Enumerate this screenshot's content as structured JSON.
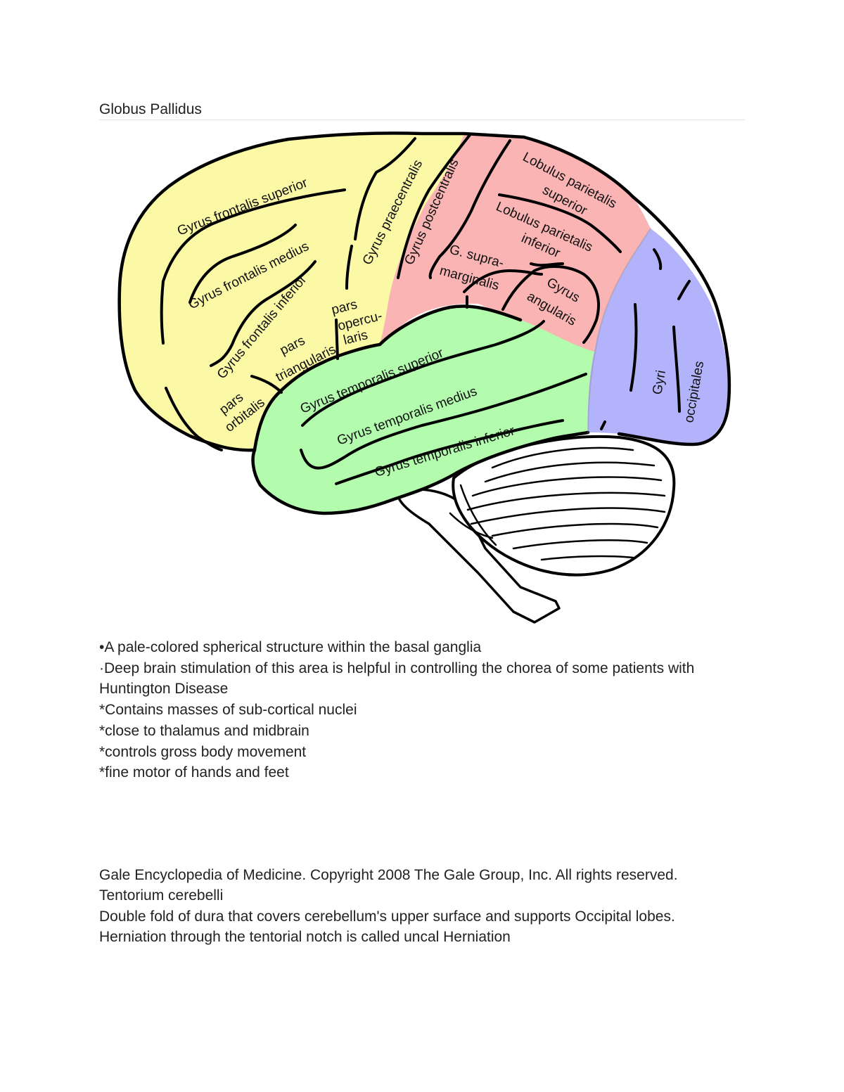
{
  "document": {
    "title": "Globus Pallidus"
  },
  "diagram": {
    "colors": {
      "frontal": "#fbf8a6",
      "parietal": "#fbb4b4",
      "temporal": "#b3fbad",
      "occipital": "#b3b3fb",
      "cerebellum": "#ffffff",
      "outline": "#000000"
    },
    "labels": {
      "gyrus_frontalis_superior": "Gyrus frontalis superior",
      "gyrus_frontalis_medius": "Gyrus frontalis medius",
      "gyrus_frontalis_inferior": "Gyrus frontalis inferior",
      "gyrus_praecentralis": "Gyrus praecentralis",
      "gyrus_postcentralis": "Gyrus postcentralis",
      "lobulus_parietalis_superior_1": "Lobulus parietalis",
      "lobulus_parietalis_superior_2": "superior",
      "lobulus_parietalis_inferior_1": "Lobulus parietalis",
      "lobulus_parietalis_inferior_2": "inferior",
      "g_supramarginalis_1": "G. supra-",
      "g_supramarginalis_2": "marginalis",
      "gyrus_angularis_1": "Gyrus",
      "gyrus_angularis_2": "angularis",
      "pars_opercularis_1": "pars",
      "pars_opercularis_2": "opercu-",
      "pars_opercularis_3": "laris",
      "pars_triangularis_1": "pars",
      "pars_triangularis_2": "triangularis",
      "pars_orbitalis_1": "pars",
      "pars_orbitalis_2": "orbitalis",
      "gyrus_temporalis_superior": "Gyrus temporalis superior",
      "gyrus_temporalis_medius": "Gyrus temporalis medius",
      "gyrus_temporalis_inferior": "Gyrus temporalis inferior",
      "gyri_occipitales_1": "Gyri",
      "gyri_occipitales_2": "occipitales"
    }
  },
  "notes": [
    "•A pale-colored spherical structure within the basal ganglia",
    "·Deep brain stimulation of this area is helpful in controlling the chorea of some patients with Huntington Disease",
    "*Contains masses of sub-cortical nuclei",
    "*close to thalamus and midbrain",
    "*controls gross body movement",
    "*fine motor of hands and feet"
  ],
  "references": [
    "Gale Encyclopedia of Medicine. Copyright 2008 The Gale Group, Inc. All rights reserved.",
    "Tentorium cerebelli",
    "Double fold of dura that covers cerebellum's upper surface and supports Occipital lobes.",
    "Herniation through the tentorial notch is called uncal Herniation"
  ]
}
